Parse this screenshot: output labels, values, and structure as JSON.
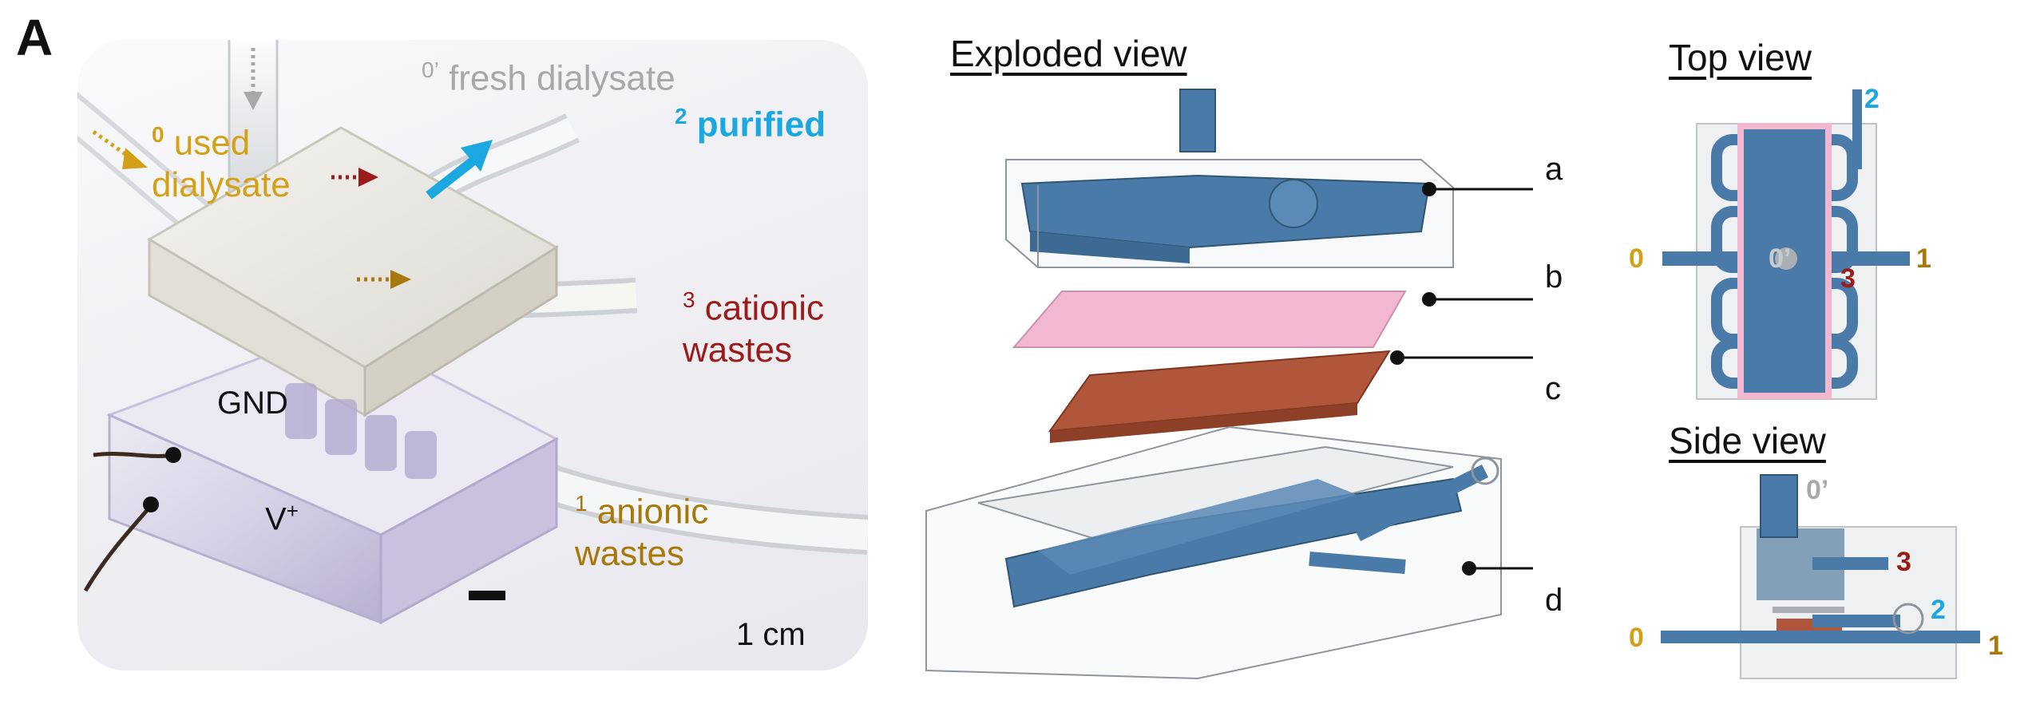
{
  "panel": {
    "letter": "A"
  },
  "photo": {
    "labels": {
      "fresh_num": "0’",
      "fresh_text": " fresh dialysate",
      "used_num": "0",
      "used_line1": " used",
      "used_line2": "dialysate",
      "purified_num": "2",
      "purified_text": " purified",
      "cationic_num": "3",
      "cationic_line1": " cationic",
      "cationic_line2": "wastes",
      "anionic_num": "1",
      "anionic_line1": " anionic",
      "anionic_line2": "wastes",
      "gnd": "GND",
      "vplus": "V",
      "vplus_sup": "+",
      "scale": "1 cm"
    }
  },
  "exploded": {
    "title": "Exploded view",
    "parts": [
      "a",
      "b",
      "c",
      "d"
    ]
  },
  "top_view": {
    "title": "Top view",
    "ports": {
      "p0": "0",
      "p0prime": "0’",
      "p1": "1",
      "p2": "2",
      "p3": "3"
    }
  },
  "side_view": {
    "title": "Side view",
    "ports": {
      "p0": "0",
      "p0prime": "0’",
      "p1": "1",
      "p2": "2",
      "p3": "3"
    }
  },
  "colors": {
    "used": "#d4a017",
    "fresh": "#a8a8a8",
    "purified": "#1ba8e0",
    "cationic": "#9b1b1b",
    "anionic": "#a8780a",
    "device_blue": "#4a7aa8",
    "membrane_pink": "#f2b8d2",
    "electrode_copper": "#b0563a",
    "clear_box": "#9aa0a6"
  }
}
